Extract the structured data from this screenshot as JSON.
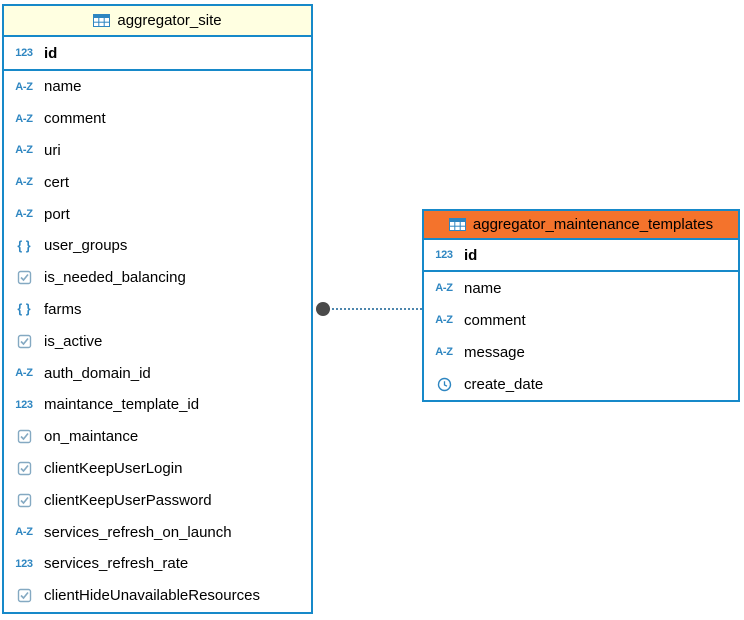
{
  "colors": {
    "table_border_blue": "#1789c9",
    "site_header_bg": "#ffffe1",
    "templates_header_bg": "#f4732c",
    "type_icon_blue": "#2e86c1",
    "boolean_icon_gray": "#84a9c2",
    "connector_line": "#4d86ad",
    "connector_dot": "#4a4a4a"
  },
  "type_icon_glyphs": {
    "numeric": "123",
    "text": "A-Z",
    "json": "{ }"
  },
  "diagram": {
    "tables": {
      "site": {
        "title": "aggregator_site",
        "columns": [
          {
            "type": "numeric",
            "label": "id",
            "pk": true
          },
          {
            "type": "text",
            "label": "name"
          },
          {
            "type": "text",
            "label": "comment"
          },
          {
            "type": "text",
            "label": "uri"
          },
          {
            "type": "text",
            "label": "cert"
          },
          {
            "type": "text",
            "label": "port"
          },
          {
            "type": "json",
            "label": "user_groups"
          },
          {
            "type": "boolean",
            "label": "is_needed_balancing"
          },
          {
            "type": "json",
            "label": "farms"
          },
          {
            "type": "boolean",
            "label": "is_active"
          },
          {
            "type": "text",
            "label": "auth_domain_id"
          },
          {
            "type": "numeric",
            "label": "maintance_template_id"
          },
          {
            "type": "boolean",
            "label": "on_maintance"
          },
          {
            "type": "boolean",
            "label": "clientKeepUserLogin"
          },
          {
            "type": "boolean",
            "label": "clientKeepUserPassword"
          },
          {
            "type": "text",
            "label": "services_refresh_on_launch"
          },
          {
            "type": "numeric",
            "label": "services_refresh_rate"
          },
          {
            "type": "boolean",
            "label": "clientHideUnavailableResources"
          }
        ]
      },
      "templates": {
        "title": "aggregator_maintenance_templates",
        "columns": [
          {
            "type": "numeric",
            "label": "id",
            "pk": true
          },
          {
            "type": "text",
            "label": "name"
          },
          {
            "type": "text",
            "label": "comment"
          },
          {
            "type": "text",
            "label": "message"
          },
          {
            "type": "datetime",
            "label": "create_date"
          }
        ]
      }
    }
  }
}
